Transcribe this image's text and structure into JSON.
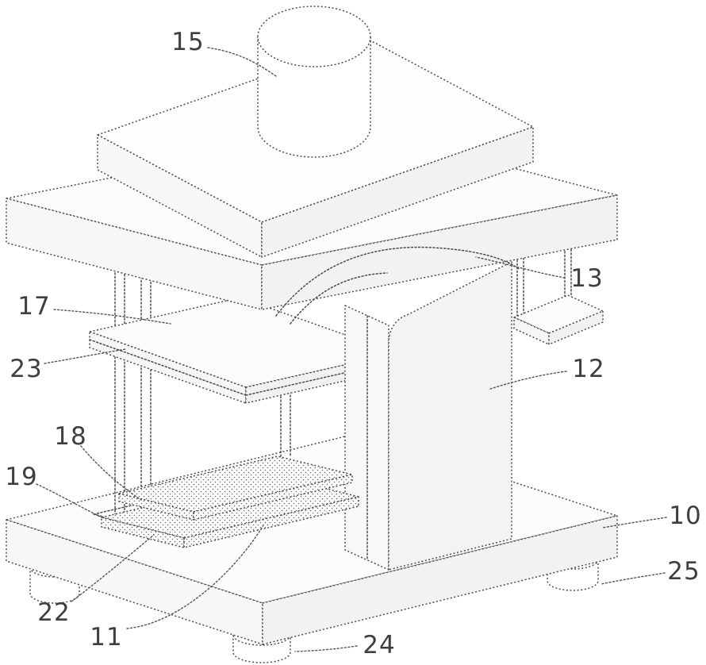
{
  "figure": {
    "title": "Patent-style isometric technical drawing of a press apparatus",
    "background_color": "#ffffff",
    "line_color": "#4d4d4d",
    "label_color": "#3f3f3f"
  },
  "labels": [
    {
      "id": "15",
      "text": "15"
    },
    {
      "id": "13",
      "text": "13"
    },
    {
      "id": "17",
      "text": "17"
    },
    {
      "id": "23",
      "text": "23"
    },
    {
      "id": "12",
      "text": "12"
    },
    {
      "id": "18",
      "text": "18"
    },
    {
      "id": "19",
      "text": "19"
    },
    {
      "id": "10",
      "text": "10"
    },
    {
      "id": "25",
      "text": "25"
    },
    {
      "id": "22",
      "text": "22"
    },
    {
      "id": "11",
      "text": "11"
    },
    {
      "id": "24",
      "text": "24"
    }
  ]
}
